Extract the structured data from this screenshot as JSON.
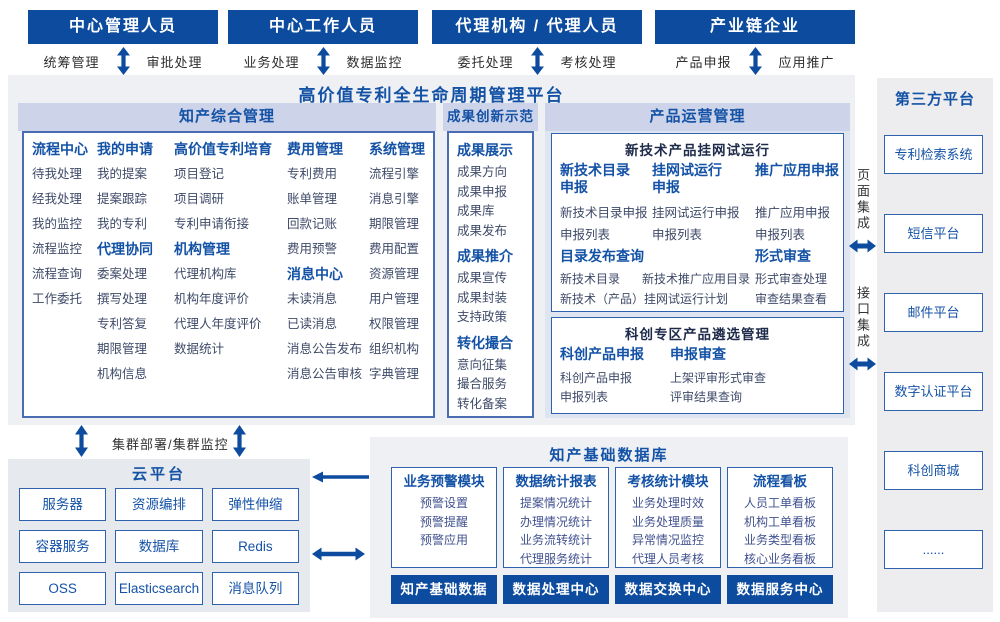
{
  "main_title": "高价值专利全生命周期管理平台",
  "roles": [
    {
      "name": "中心管理人员",
      "left": "统筹管理",
      "right": "审批处理"
    },
    {
      "name": "中心工作人员",
      "left": "业务处理",
      "right": "数据监控"
    },
    {
      "name": "代理机构 / 代理人员",
      "left": "委托处理",
      "right": "考核处理"
    },
    {
      "name": "产业链企业",
      "left": "产品申报",
      "right": "应用推广"
    }
  ],
  "ip": {
    "title": "知产综合管理",
    "columns": [
      {
        "blocks": [
          {
            "heading": "流程中心",
            "items": [
              "待我处理",
              "经我处理",
              "我的监控",
              "流程监控",
              "流程查询",
              "工作委托"
            ]
          }
        ]
      },
      {
        "blocks": [
          {
            "heading": "我的申请",
            "items": [
              "我的提案",
              "提案跟踪",
              "我的专利"
            ]
          },
          {
            "heading": "代理协同",
            "items": [
              "委案处理",
              "撰写处理",
              "专利答复",
              "期限管理",
              "机构信息"
            ]
          }
        ]
      },
      {
        "blocks": [
          {
            "heading": "高价值专利培育",
            "items": [
              "项目登记",
              "项目调研",
              "专利申请衔接"
            ]
          },
          {
            "heading": "机构管理",
            "items": [
              "代理机构库",
              "机构年度评价",
              "代理人年度评价",
              "数据统计"
            ]
          }
        ]
      },
      {
        "blocks": [
          {
            "heading": "费用管理",
            "items": [
              "专利费用",
              "账单管理",
              "回款记账",
              "费用预警"
            ]
          },
          {
            "heading": "消息中心",
            "items": [
              "未读消息",
              "已读消息",
              "消息公告发布",
              "消息公告审核"
            ]
          }
        ]
      },
      {
        "blocks": [
          {
            "heading": "系统管理",
            "items": [
              "流程引擎",
              "消息引擎",
              "期限管理",
              "费用配置",
              "资源管理",
              "用户管理",
              "权限管理",
              "组织机构",
              "字典管理"
            ]
          }
        ]
      }
    ]
  },
  "achv": {
    "title": "成果创新示范",
    "blocks": [
      {
        "heading": "成果展示",
        "items": [
          "成果方向",
          "成果申报",
          "成果库",
          "成果发布"
        ]
      },
      {
        "heading": "成果推介",
        "items": [
          "成果宣传",
          "成果封装",
          "支持政策"
        ]
      },
      {
        "heading": "转化撮合",
        "items": [
          "意向征集",
          "撮合服务",
          "转化备案"
        ]
      }
    ]
  },
  "product": {
    "title": "产品运营管理",
    "trial": {
      "title": "新技术产品挂网试运行",
      "columns": [
        {
          "heading": "新技术目录申报",
          "items": [
            "新技术目录申报",
            "申报列表"
          ]
        },
        {
          "heading": "挂网试运行申报",
          "items": [
            "挂网试运行申报",
            "申报列表"
          ]
        },
        {
          "heading": "推广应用申报",
          "items": [
            "推广应用申报",
            "申报列表"
          ]
        }
      ],
      "catalog": {
        "heading": "目录发布查询",
        "row1_left": "新技术目录",
        "row1_right": "新技术推广应用目录",
        "row2": "新技术（产品）挂网试运行计划"
      },
      "review": {
        "heading": "形式审查",
        "items": [
          "形式审查处理",
          "审查结果查看"
        ]
      }
    },
    "selection": {
      "title": "科创专区产品遴选管理",
      "columns": [
        {
          "heading": "科创产品申报",
          "items": [
            "科创产品申报",
            "申报列表"
          ]
        },
        {
          "heading": "申报审查",
          "items": [
            "上架评审形式审查",
            "评审结果查询"
          ]
        }
      ]
    }
  },
  "integration": {
    "page": "页面集成",
    "api": "接口集成"
  },
  "third_party": {
    "title": "第三方平台",
    "platforms": [
      "专利检索系统",
      "短信平台",
      "邮件平台",
      "数字认证平台",
      "科创商城",
      "......"
    ]
  },
  "cluster_label": "集群部署/集群监控",
  "cloud": {
    "title": "云平台",
    "services": [
      "服务器",
      "资源编排",
      "弹性伸缩",
      "容器服务",
      "数据库",
      "Redis",
      "OSS",
      "Elasticsearch",
      "消息队列"
    ]
  },
  "db": {
    "title": "知产基础数据库",
    "modules": [
      {
        "heading": "业务预警模块",
        "items": [
          "预警设置",
          "预警提醒",
          "预警应用"
        ]
      },
      {
        "heading": "数据统计报表",
        "items": [
          "提案情况统计",
          "办理情况统计",
          "业务流转统计",
          "代理服务统计"
        ]
      },
      {
        "heading": "考核统计模块",
        "items": [
          "业务处理时效",
          "业务处理质量",
          "异常情况监控",
          "代理人员考核"
        ]
      },
      {
        "heading": "流程看板",
        "items": [
          "人员工单看板",
          "机构工单看板",
          "业务类型看板",
          "核心业务看板"
        ]
      }
    ],
    "centers": [
      "知产基础数据",
      "数据处理中心",
      "数据交换中心",
      "数据服务中心"
    ]
  },
  "colors": {
    "primary_blue": "#0c4b9e",
    "heading_blue": "#1452a6",
    "strip_lavender": "#cdd3e9",
    "item_text": "#3e4a68",
    "panel_gray": "#eef0f3"
  }
}
